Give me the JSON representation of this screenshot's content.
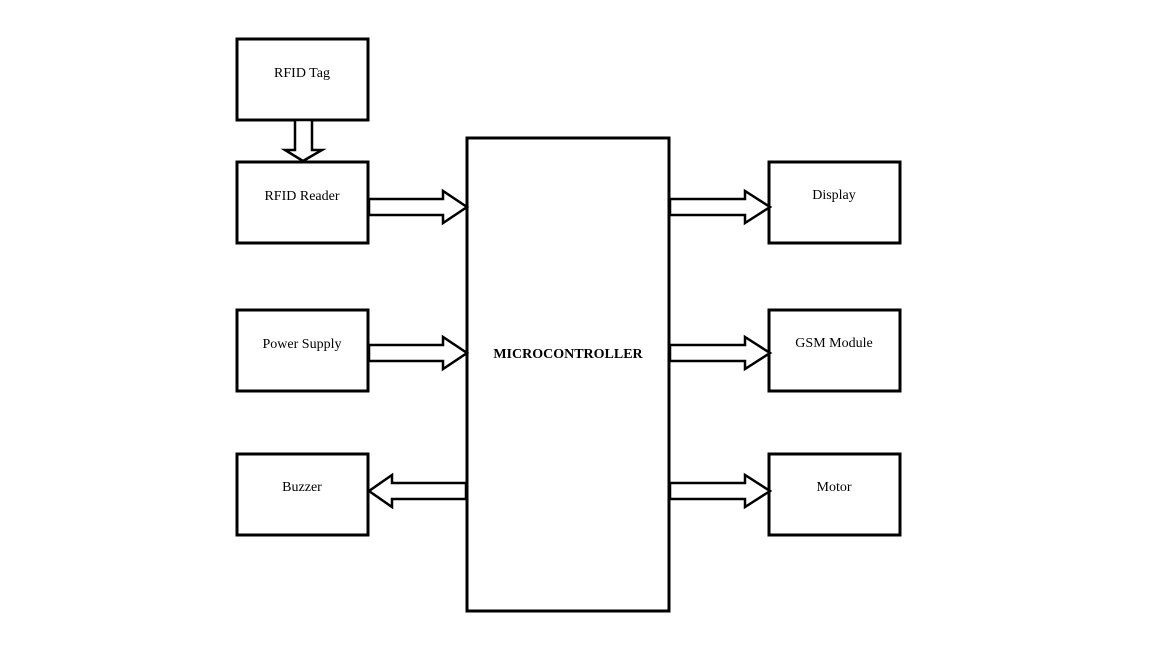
{
  "blocks": {
    "rfid_tag": "RFID Tag",
    "rfid_reader": "RFID Reader",
    "power_supply": "Power Supply",
    "buzzer": "Buzzer",
    "microcontroller": "MICROCONTROLLER",
    "display": "Display",
    "gsm_module": "GSM Module",
    "motor": "Motor"
  },
  "colors": {
    "stroke": "#000000",
    "fill": "#ffffff"
  }
}
